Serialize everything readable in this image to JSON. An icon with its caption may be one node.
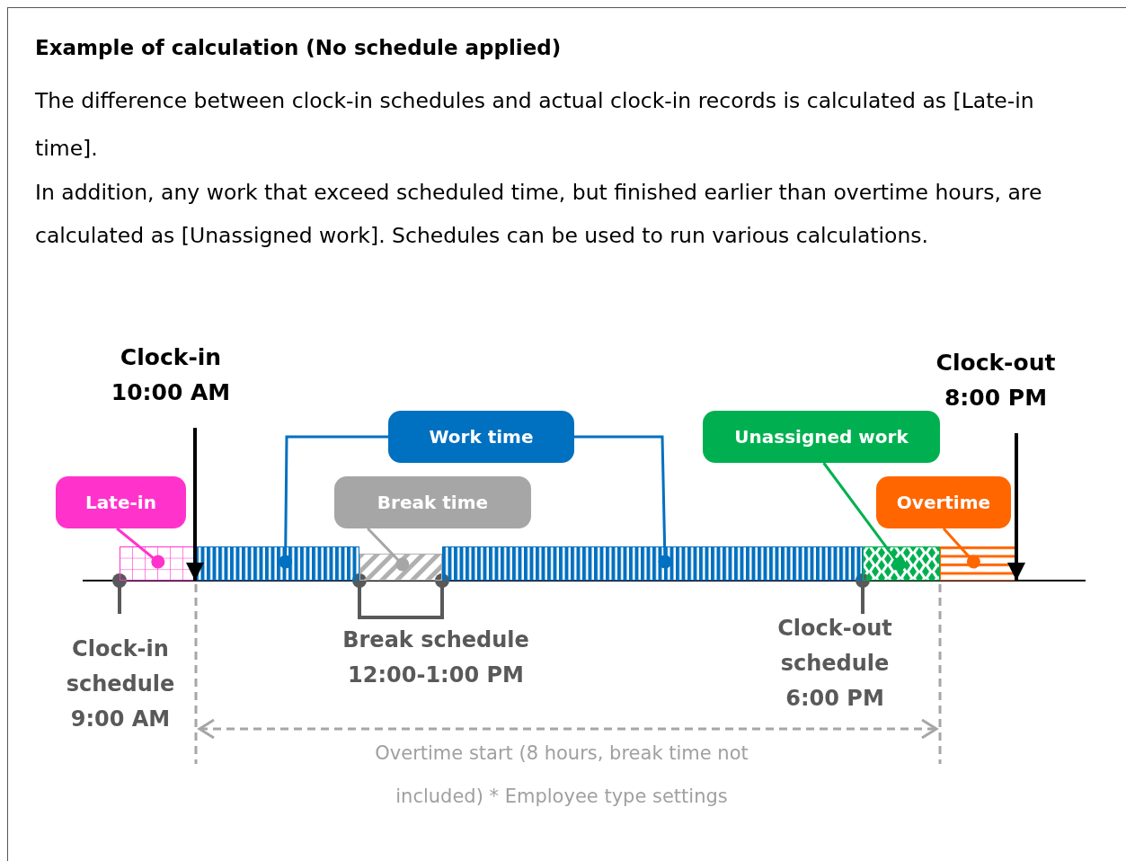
{
  "diagram": {
    "title": "Example of calculation (No schedule applied)",
    "nodes": [
      {
        "text": [
          "Late-in"
        ]
      },
      {
        "text": [
          "Work time"
        ]
      },
      {
        "text": [
          "Break time"
        ]
      },
      {
        "text": [
          "Unassigned work"
        ]
      },
      {
        "text": [
          "Overtime"
        ]
      },
      {
        "text": [
          "Clock-in 10:00 AM"
        ]
      },
      {
        "text": [
          "Clock-out 8:00 PM"
        ]
      },
      {
        "text": [],
        "shape": "bar"
      },
      {
        "text": [],
        "shape": "bar"
      },
      {
        "text": [],
        "shape": "bar"
      },
      {
        "text": [],
        "shape": "bar"
      },
      {
        "text": [],
        "shape": "bar"
      },
      {
        "text": [],
        "shape": "bar"
      }
    ],
    "edges": [
      {
        "from": 0,
        "to": 7,
        "arrow": "other",
        "color": "#ff33cc"
      },
      {
        "from": 1,
        "to": 8,
        "arrow": "other",
        "color": "#0070c0"
      },
      {
        "from": 1,
        "to": 10,
        "arrow": "other",
        "color": "#0070c0"
      },
      {
        "from": 2,
        "to": 9,
        "arrow": "other",
        "color": "#a6a6a6"
      },
      {
        "from": 3,
        "to": 11,
        "arrow": "other",
        "color": "#00b050"
      },
      {
        "from": 4,
        "to": 12,
        "arrow": "other",
        "color": "#ff6600"
      },
      {
        "from": 5,
        "to": 7,
        "arrow": "to",
        "color": "#000000"
      },
      {
        "from": 6,
        "to": 12,
        "arrow": "to",
        "color": "#000000"
      }
    ],
    "labels": [
      "The difference between clock-in schedules and actual clock-in records is calculated as [Late-in time].",
      "In addition, any work that exceed scheduled time, but finished earlier than overtime hours, are calculated as [Unassigned work]. Schedules can be used to run various calculations.",
      "Clock-in schedule 9:00 AM",
      "Break schedule 12:00-1:00 PM",
      "Clock-out schedule 6:00 PM",
      "Overtime start (8 hours, break time not included) * Employee type settings"
    ]
  }
}
